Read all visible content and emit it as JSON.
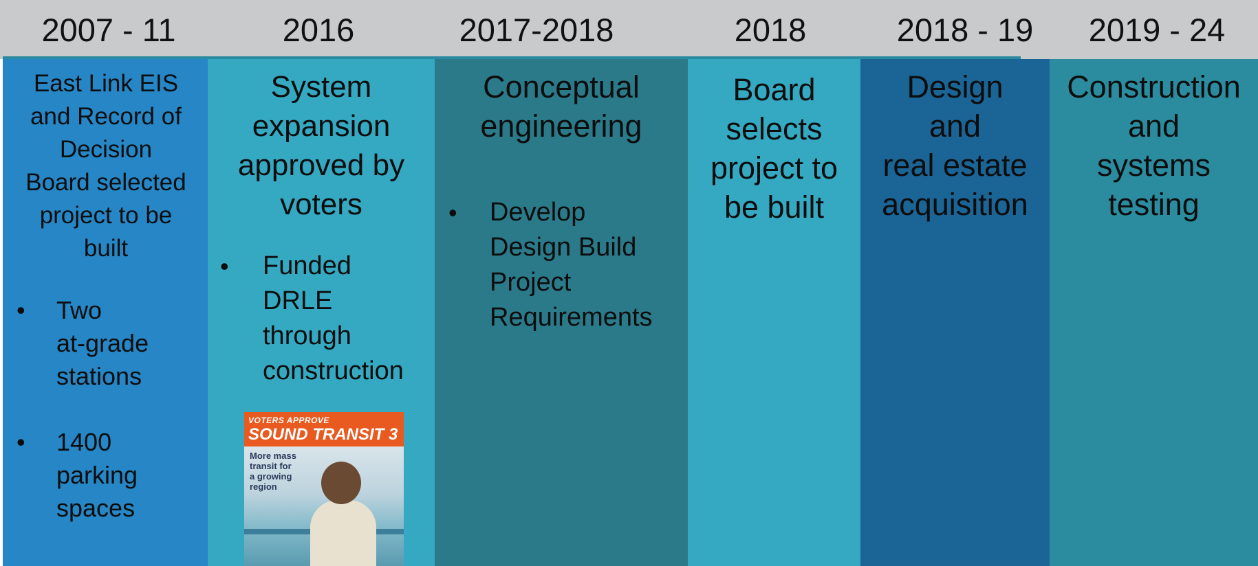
{
  "timeline": {
    "years": [
      "2007 - 11",
      "2016",
      "2017-2018",
      "2018",
      "2018 - 19",
      "2019 - 24"
    ],
    "columns": [
      {
        "title_lines": [
          "East Link EIS",
          "and Record of",
          "Decision",
          "Board selected",
          "project to be",
          "built"
        ],
        "bullets": [
          [
            "Two",
            "at-grade",
            "stations"
          ],
          [
            "1400",
            "parking",
            "spaces"
          ]
        ]
      },
      {
        "title_lines": [
          "System",
          "expansion",
          "approved by",
          "voters"
        ],
        "bullets": [
          [
            "Funded",
            "DRLE",
            "through",
            "construction"
          ]
        ],
        "poster": {
          "kicker": "VOTERS APPROVE",
          "title": "SOUND TRANSIT 3",
          "caption_lines": [
            "More mass",
            "transit for",
            "a growing",
            "region"
          ]
        }
      },
      {
        "title_lines": [
          "Conceptual",
          "engineering"
        ],
        "bullets": [
          [
            "Develop",
            "Design Build",
            "Project",
            "Requirements"
          ]
        ]
      },
      {
        "title_lines": [
          "Board",
          "selects",
          "project to",
          "be built"
        ],
        "bullets": []
      },
      {
        "title_lines": [
          "Design",
          "and",
          "real estate",
          "acquisition"
        ],
        "bullets": []
      },
      {
        "title_lines": [
          "Construction",
          "and",
          "systems",
          "testing"
        ],
        "bullets": []
      }
    ],
    "bullet_glyph": "•"
  },
  "colors": {
    "header_bg": "#c9cacc",
    "col1": "#2686c6",
    "col2": "#35a9c2",
    "col3": "#2b7a8a",
    "col4": "#35a9c2",
    "col5": "#1b6496",
    "col6": "#2b8ca0",
    "poster_band": "#e85a1f"
  }
}
